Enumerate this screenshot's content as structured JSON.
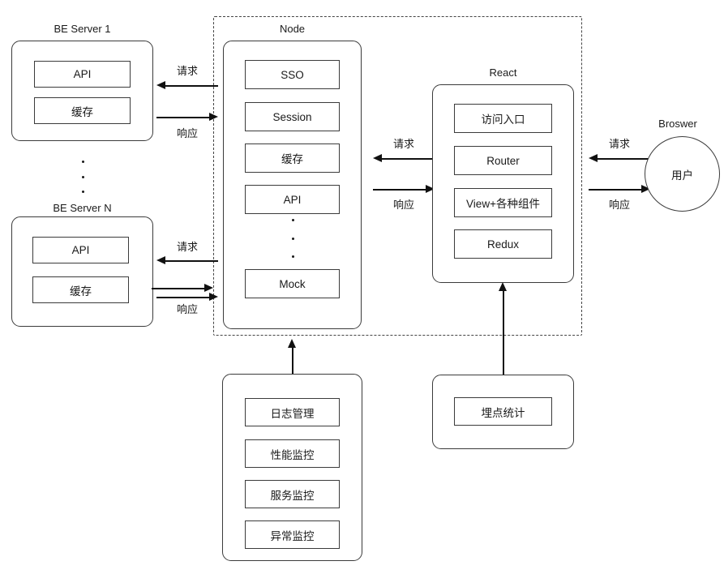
{
  "diagram": {
    "title_be_server_1": "BE Server 1",
    "title_be_server_n": "BE Server N",
    "title_node": "Node",
    "title_react": "React",
    "title_browser": "Broswer"
  },
  "be_server_1": {
    "label": "BE Server 1",
    "items": [
      {
        "label": "API"
      },
      {
        "label": "缓存"
      }
    ]
  },
  "be_server_n": {
    "label": "BE Server N",
    "items": [
      {
        "label": "API"
      },
      {
        "label": "缓存"
      }
    ]
  },
  "node": {
    "label": "Node",
    "items": [
      {
        "label": "SSO"
      },
      {
        "label": "Session"
      },
      {
        "label": "缓存"
      },
      {
        "label": "API"
      },
      {
        "label": "Mock"
      }
    ]
  },
  "react": {
    "label": "React",
    "items": [
      {
        "label": "访问入口"
      },
      {
        "label": "Router"
      },
      {
        "label": "View+各种组件"
      },
      {
        "label": "Redux"
      }
    ]
  },
  "browser": {
    "label": "Broswer",
    "user": "用户"
  },
  "monitoring": {
    "items": [
      {
        "label": "日志管理"
      },
      {
        "label": "性能监控"
      },
      {
        "label": "服务监控"
      },
      {
        "label": "异常监控"
      }
    ]
  },
  "analytics": {
    "items": [
      {
        "label": "埋点统计"
      }
    ]
  },
  "arrows": {
    "request": "请求",
    "response": "响应",
    "be1_request": "请求",
    "be1_response": "响应",
    "ben_request": "请求",
    "ben_response": "响应",
    "node_react_request": "请求",
    "node_react_response": "响应",
    "browser_request": "请求",
    "browser_response": "响应"
  },
  "colors": {
    "stroke": "#3b3b3b",
    "arrow": "#111111",
    "dashed": "#444444",
    "background": "#ffffff",
    "text": "#1a1a1a"
  }
}
